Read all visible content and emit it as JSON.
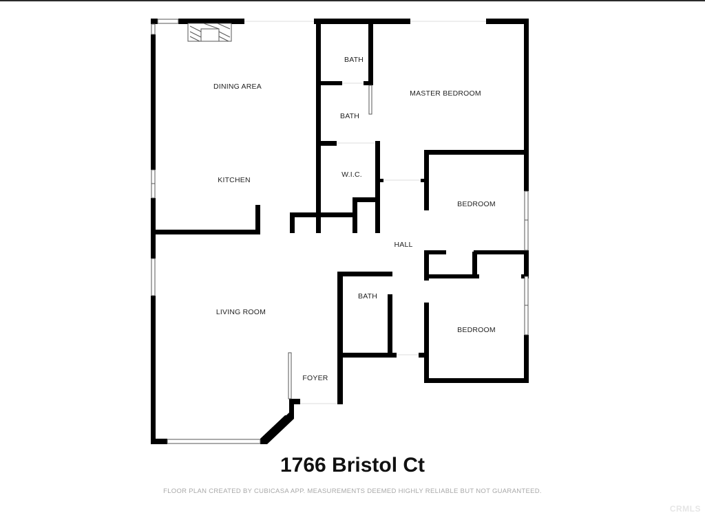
{
  "floorplan": {
    "address": "1766 Bristol Ct",
    "disclaimer": "FLOOR PLAN CREATED BY CUBICASA APP. MEASUREMENTS DEEMED HIGHLY RELIABLE BUT NOT GUARANTEED.",
    "watermark": "CRMLS",
    "wall_color": "#000000",
    "background_color": "#ffffff",
    "rooms": [
      {
        "id": "dining-area",
        "label": "DINING AREA"
      },
      {
        "id": "kitchen",
        "label": "KITCHEN"
      },
      {
        "id": "living-room",
        "label": "LIVING ROOM"
      },
      {
        "id": "foyer",
        "label": "FOYER"
      },
      {
        "id": "bath-1",
        "label": "BATH"
      },
      {
        "id": "bath-2",
        "label": "BATH"
      },
      {
        "id": "master-bedroom",
        "label": "MASTER BEDROOM"
      },
      {
        "id": "wic",
        "label": "W.I.C."
      },
      {
        "id": "hall",
        "label": "HALL"
      },
      {
        "id": "bedroom-1",
        "label": "BEDROOM"
      },
      {
        "id": "bath-3",
        "label": "BATH"
      },
      {
        "id": "bedroom-2",
        "label": "BEDROOM"
      }
    ]
  }
}
